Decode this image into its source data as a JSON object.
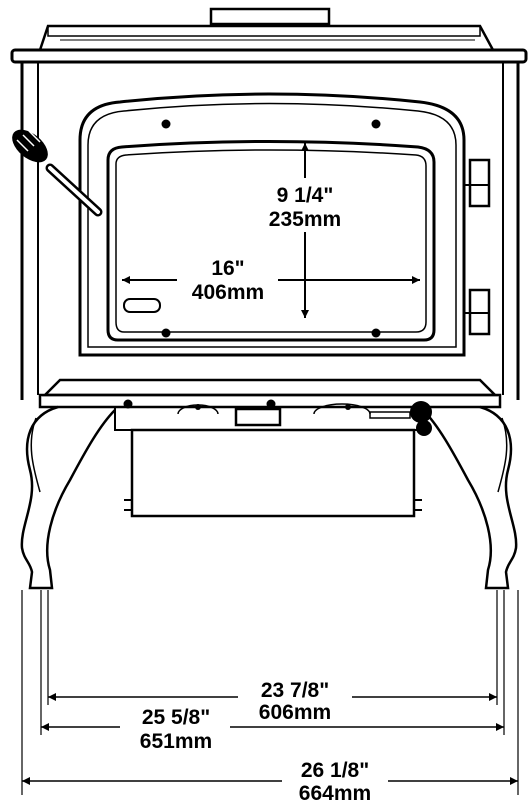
{
  "diagram": {
    "colors": {
      "ink": "#000000",
      "paper": "#ffffff"
    },
    "dimensions": {
      "glass_height": {
        "imperial": "9 1/4\"",
        "metric": "235mm"
      },
      "glass_width": {
        "imperial": "16\"",
        "metric": "406mm"
      },
      "leg_width": {
        "imperial": "23 7/8\"",
        "metric": "606mm"
      },
      "base_width": {
        "imperial": "25 5/8\"",
        "metric": "651mm"
      },
      "overall_width": {
        "imperial": "26 1/8\"",
        "metric": "664mm"
      }
    }
  }
}
